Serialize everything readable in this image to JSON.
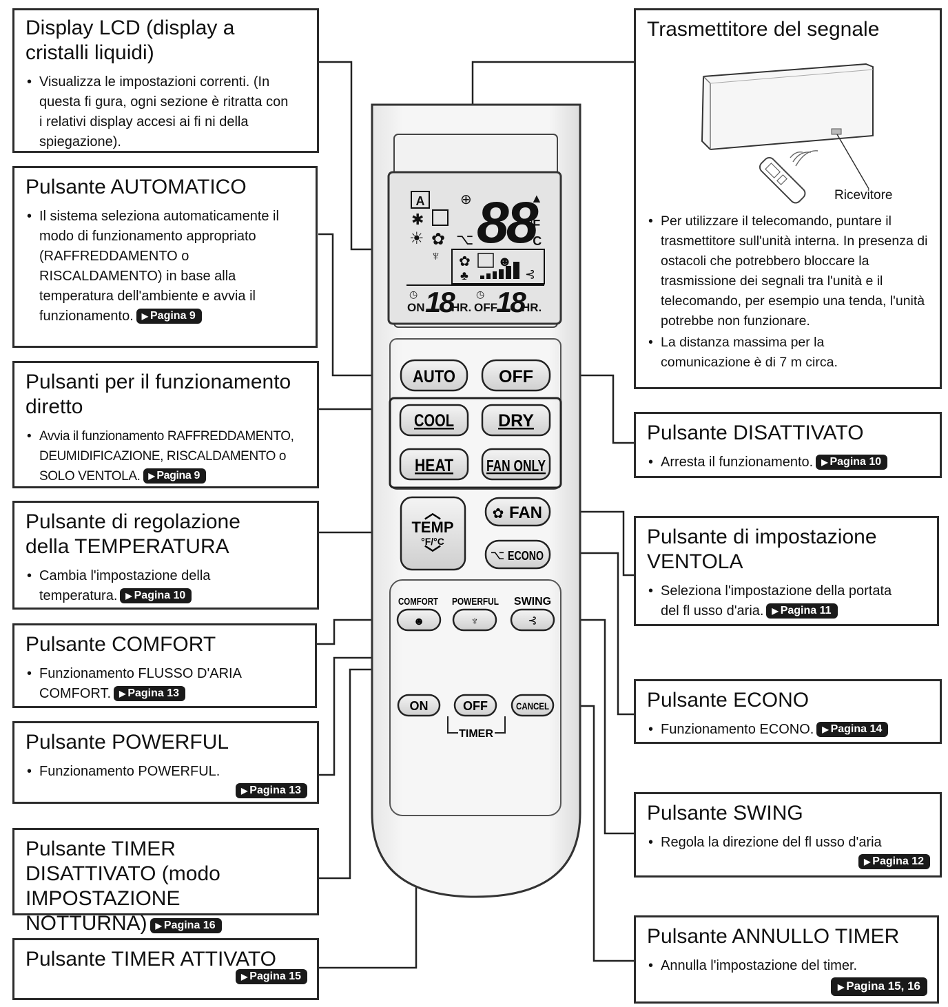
{
  "boxes": {
    "display": {
      "title": "Display LCD (display a cristalli liquidi)",
      "text": "Visualizza le impostazioni correnti. (In questa fi gura, ogni sezione è ritratta con i relativi display accesi ai fi ni della spiegazione)."
    },
    "auto": {
      "title": "Pulsante AUTOMATICO",
      "text": "Il sistema seleziona automaticamente il modo di funzionamento appropriato (RAFFREDDAMENTO o RISCALDAMENTO) in base alla temperatura dell'ambiente e avvia il funzionamento.",
      "page": "Pagina 9"
    },
    "direct": {
      "title": "Pulsanti per il funzionamento diretto",
      "text": "Avvia il funzionamento RAFFREDDAMENTO, DEUMIDIFICAZIONE, RISCALDAMENTO o SOLO VENTOLA.",
      "page": "Pagina 9"
    },
    "temp": {
      "title": "Pulsante di regolazione della TEMPERATURA",
      "text": "Cambia l'impostazione della temperatura.",
      "page": "Pagina 10"
    },
    "comfort": {
      "title": "Pulsante COMFORT",
      "text": "Funzionamento FLUSSO D'ARIA COMFORT.",
      "page": "Pagina 13"
    },
    "powerful": {
      "title": "Pulsante POWERFUL",
      "text": "Funzionamento  POWERFUL.",
      "page": "Pagina 13"
    },
    "timer_off": {
      "title": "Pulsante TIMER DISATTIVATO (modo IMPOSTAZIONE NOTTURNA)",
      "page": "Pagina 16"
    },
    "timer_on": {
      "title": "Pulsante TIMER ATTIVATO",
      "page": "Pagina 15"
    },
    "transmitter": {
      "title": "Trasmettitore del segnale",
      "receiver": "Ricevitore",
      "text1": "Per utilizzare il telecomando, puntare il trasmettitore sull'unità interna. In presenza di ostacoli che potrebbero bloccare la trasmissione dei segnali tra l'unità e il telecomando, per esempio una tenda, l'unità potrebbe non funzionare.",
      "text2": "La distanza massima per la comunicazione è di 7 m circa."
    },
    "off": {
      "title": "Pulsante DISATTIVATO",
      "text": "Arresta il funzionamento.",
      "page": "Pagina 10"
    },
    "fan": {
      "title": "Pulsante di impostazione VENTOLA",
      "text": "Seleziona l'impostazione della portata del fl usso d'aria.",
      "page": "Pagina 11"
    },
    "econo": {
      "title": "Pulsante ECONO",
      "text": "Funzionamento  ECONO.",
      "page": "Pagina 14"
    },
    "swing": {
      "title": "Pulsante SWING",
      "text": "Regola la direzione del fl usso d'aria",
      "page": "Pagina 12"
    },
    "cancel": {
      "title": "Pulsante ANNULLO TIMER",
      "text": "Annulla l'impostazione del timer.",
      "page": "Pagina 15, 16"
    }
  },
  "remote": {
    "lcd": {
      "temp_digits": "88",
      "unit_f": "°F",
      "unit_c": "°C",
      "on_label": "ON",
      "off_label": "OFF",
      "hour_digits": "18",
      "hr_label": "HR.",
      "auto_indicator": "A"
    },
    "buttons": {
      "auto": "AUTO",
      "off": "OFF",
      "cool": "COOL",
      "dry": "DRY",
      "heat": "HEAT",
      "fan_only": "FAN ONLY",
      "temp": "TEMP",
      "temp_unit": "°F/°C",
      "fan": "FAN",
      "econo": "ECONO",
      "comfort": "COMFORT",
      "powerful": "POWERFUL",
      "swing": "SWING",
      "timer_on": "ON",
      "timer_off": "OFF",
      "timer_cancel": "CANCEL",
      "timer_label": "TIMER"
    }
  }
}
